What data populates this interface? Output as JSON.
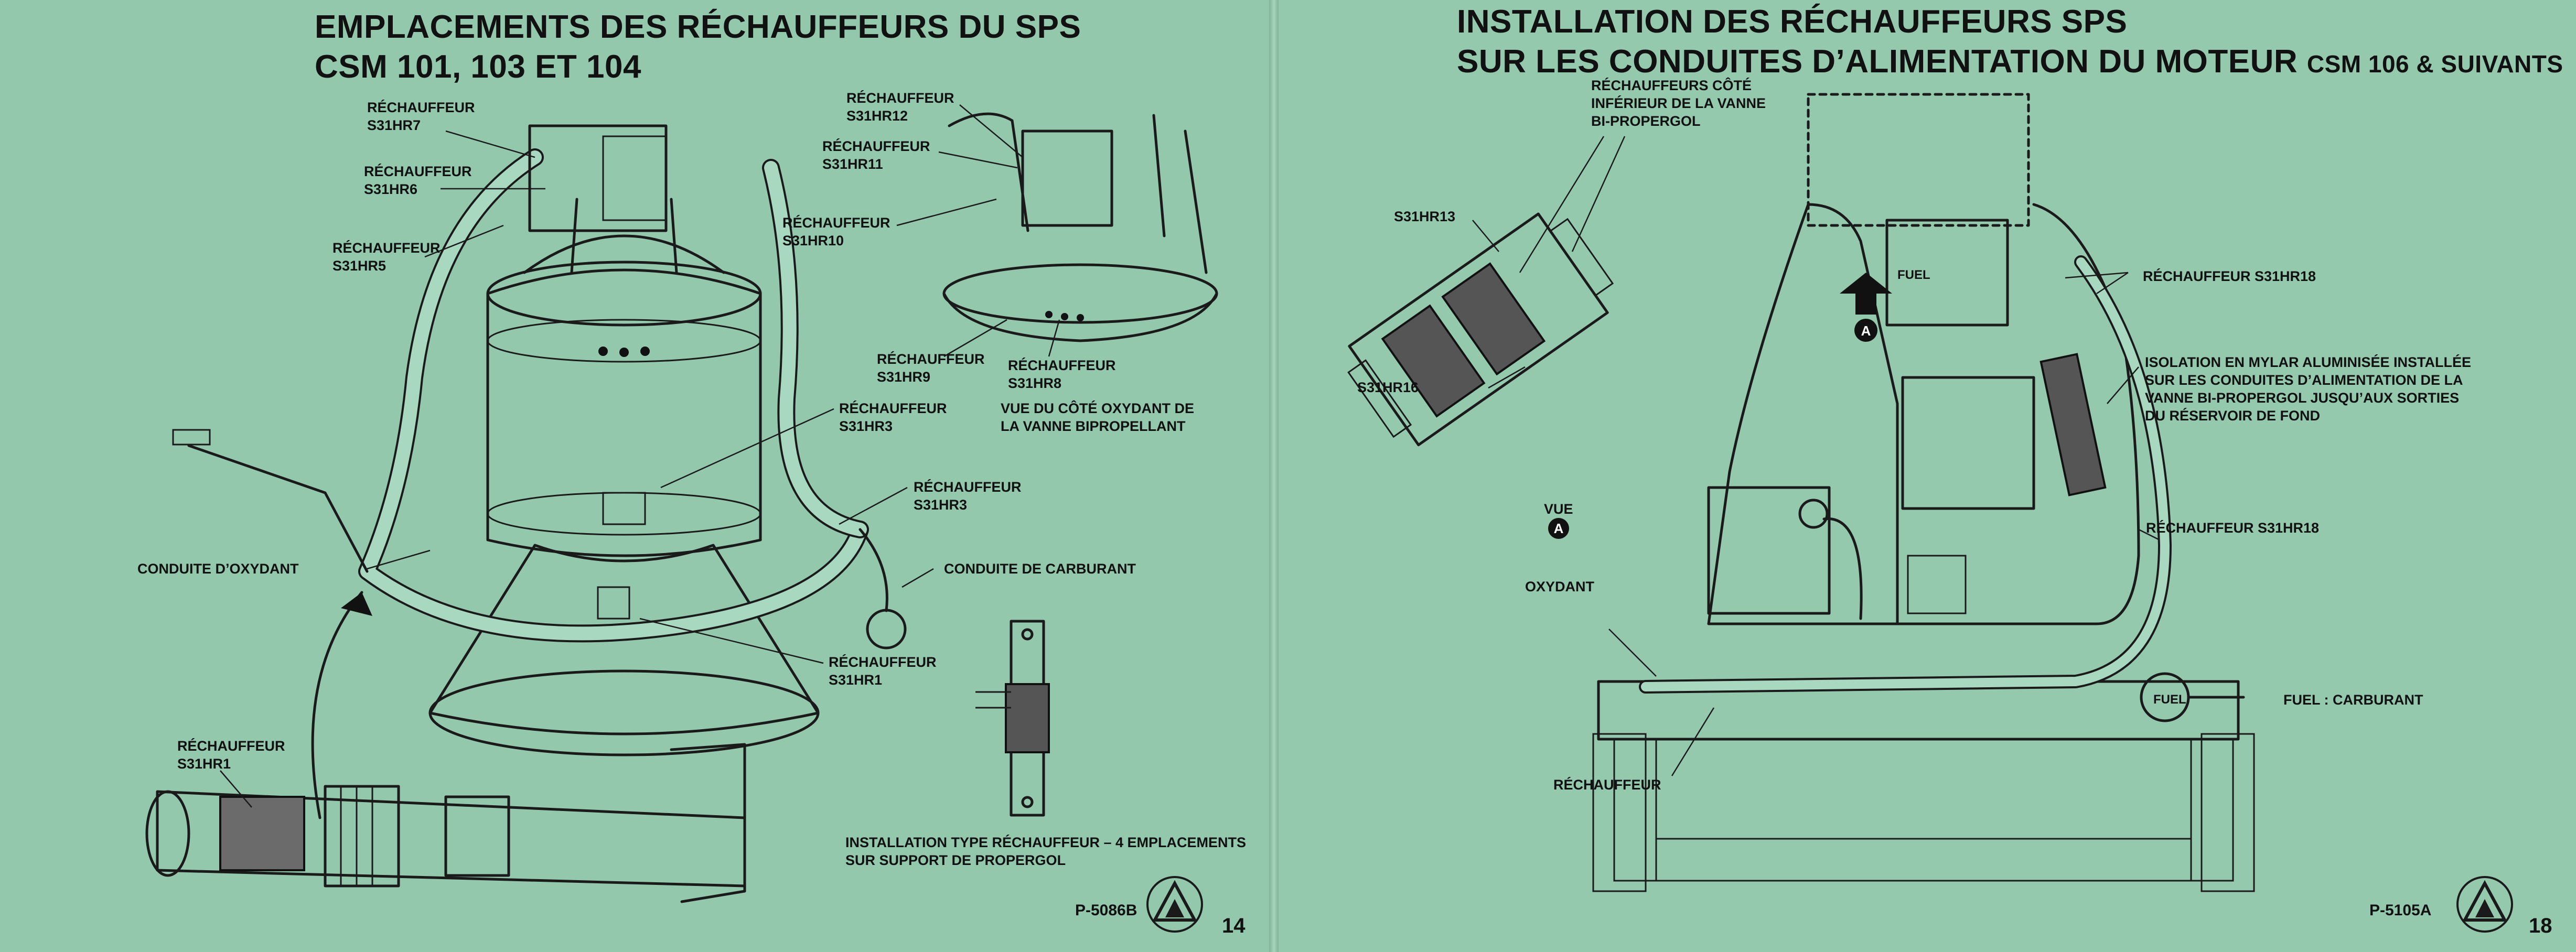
{
  "left_page": {
    "title_line1": "EMPLACEMENTS DES RÉCHAUFFEURS DU SPS",
    "title_line2": "CSM 101, 103 ET 104",
    "labels": {
      "s31hr7": [
        "RÉCHAUFFEUR",
        "S31HR7"
      ],
      "s31hr6": [
        "RÉCHAUFFEUR",
        "S31HR6"
      ],
      "s31hr5": [
        "RÉCHAUFFEUR",
        "S31HR5"
      ],
      "s31hr12": [
        "RÉCHAUFFEUR",
        "S31HR12"
      ],
      "s31hr11": [
        "RÉCHAUFFEUR",
        "S31HR11"
      ],
      "s31hr10": [
        "RÉCHAUFFEUR",
        "S31HR10"
      ],
      "s31hr9": [
        "RÉCHAUFFEUR",
        "S31HR9"
      ],
      "s31hr8": [
        "RÉCHAUFFEUR",
        "S31HR8"
      ],
      "s31hr3_left": [
        "RÉCHAUFFEUR",
        "S31HR3"
      ],
      "s31hr3_right": [
        "RÉCHAUFFEUR",
        "S31HR3"
      ],
      "s31hr1_center": [
        "RÉCHAUFFEUR",
        "S31HR1"
      ],
      "s31hr1_detail": [
        "RÉCHAUFFEUR",
        "S31HR1"
      ],
      "oxidizer_view": [
        "VUE DU CÔTÉ OXYDANT DE",
        "LA VANNE BIPROPELLANT"
      ],
      "oxidizer_line": "CONDUITE D’OXYDANT",
      "fuel_line": "CONDUITE DE CARBURANT",
      "typical_install": [
        "INSTALLATION TYPE RÉCHAUFFEUR – 4 EMPLACEMENTS",
        "SUR SUPPORT DE PROPERGOL"
      ]
    },
    "reference": "P-5086B",
    "page_number": "14"
  },
  "right_page": {
    "title_line1": "INSTALLATION DES RÉCHAUFFEURS SPS",
    "title_line2": "SUR LES CONDUITES D’ALIMENTATION DU MOTEUR",
    "title_suffix": "CSM 106 & SUIVANTS",
    "labels": {
      "lower_side": [
        "RÉCHAUFFEURS CÔTÉ",
        "INFÉRIEUR DE LA VANNE",
        "BI-PROPERGOL"
      ],
      "s31hr13": "S31HR13",
      "s31hr16": "S31HR16",
      "s31hr18_top": "RÉCHAUFFEUR S31HR18",
      "s31hr18_mid": "RÉCHAUFFEUR S31HR18",
      "mylar": [
        "ISOLATION EN MYLAR ALUMINISÉE INSTALLÉE",
        "SUR LES CONDUITES D’ALIMENTATION DE LA",
        "VANNE BI-PROPERGOL JUSQU’AUX SORTIES",
        "DU RÉSERVOIR DE FOND"
      ],
      "view": "VUE",
      "view_badge": "A",
      "oxidizer": "OXYDANT",
      "heater": "RÉCHAUFFEUR",
      "fuel_legend": "FUEL : CARBURANT",
      "fuel_tag_upper": "FUEL",
      "fuel_tag_lower": "FUEL"
    },
    "reference": "P-5105A",
    "page_number": "18"
  },
  "colors": {
    "background": "#93c8ad",
    "ink": "#1a1a1a",
    "gutter": "#7fb497"
  },
  "icons": [
    "apollo-logistics-training-logo",
    "view-a-marker"
  ]
}
